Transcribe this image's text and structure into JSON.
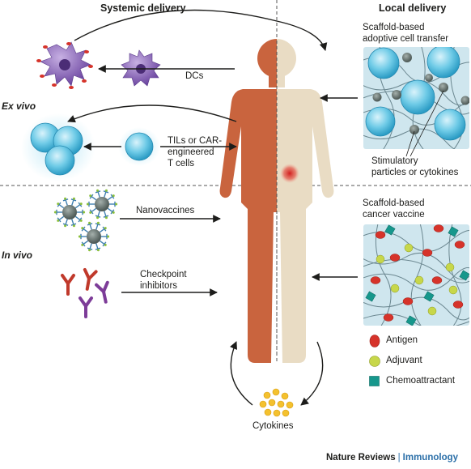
{
  "headers": {
    "systemic": "Systemic delivery",
    "local": "Local delivery"
  },
  "side_labels": {
    "ex_vivo": "Ex vivo",
    "in_vivo": "In vivo"
  },
  "labels": {
    "dcs": "DCs",
    "tils_1": "TILs or CAR-",
    "tils_2": "engineered",
    "tils_3": "T cells",
    "nanovaccines": "Nanovaccines",
    "checkpoint_1": "Checkpoint",
    "checkpoint_2": "inhibitors",
    "scaffold_act_1": "Scaffold-based",
    "scaffold_act_2": "adoptive cell transfer",
    "stimulatory_1": "Stimulatory",
    "stimulatory_2": "particles or cytokines",
    "scaffold_vac_1": "Scaffold-based",
    "scaffold_vac_2": "cancer vaccine",
    "cytokines": "Cytokines"
  },
  "legend": [
    {
      "label": "Antigen",
      "shape": "red-oval"
    },
    {
      "label": "Adjuvant",
      "shape": "yellow-green-circle"
    },
    {
      "label": "Chemoattractant",
      "shape": "teal-square"
    }
  ],
  "credit": {
    "journal": "Nature Reviews",
    "separator": "|",
    "section": "Immunology"
  },
  "colors": {
    "body_systemic": "#c9643e",
    "body_local": "#e9dcc4",
    "scaffold_bg": "#cfe6ee",
    "cell_blue": "#5ec3e2",
    "dc_purple": "#8a63b8",
    "antigen_red": "#d6332a",
    "adjuvant": "#c7d74a",
    "chemoattractant": "#16978c",
    "brand_blue": "#2b6fa8"
  }
}
